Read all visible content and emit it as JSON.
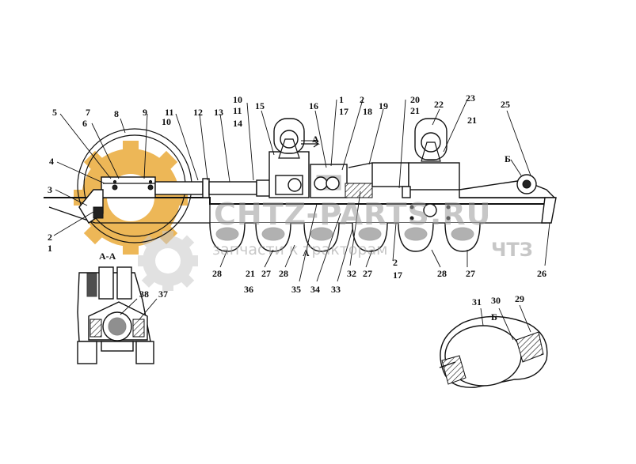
{
  "section_labels": {
    "aa": "А-А",
    "a_marker": "А",
    "a_marker_lower": "А",
    "b_marker": "Б",
    "b_detail": "Б"
  },
  "watermark": {
    "main": "CHTZ-PARTS.RU",
    "sub": "запчасти к тракторам",
    "sub_brand": "ЧТЗ",
    "gear_color": "#e8a020"
  },
  "callouts": {
    "c1_left": "1",
    "c2_left": "2",
    "c3": "3",
    "c4": "4",
    "c5": "5",
    "c6": "6",
    "c7": "7",
    "c8": "8",
    "c9": "9",
    "c10a": "10",
    "c11a": "11",
    "c12": "12",
    "c13": "13",
    "c10b": "10",
    "c11b": "11",
    "c14": "14",
    "c15": "15",
    "c16": "16",
    "c1_top": "1",
    "c17_top": "17",
    "c2_top": "2",
    "c18": "18",
    "c19": "19",
    "c20": "20",
    "c21_top": "21",
    "c22": "22",
    "c23": "23",
    "c21_right": "21",
    "c25": "25",
    "c26": "26",
    "c28_a": "28",
    "c21_mid": "21",
    "c27_a": "27",
    "c28_b": "28",
    "c32": "32",
    "c27_b": "27",
    "c2_bottom": "2",
    "c17_bottom": "17",
    "c28_c": "28",
    "c27_c": "27",
    "c36": "36",
    "c35": "35",
    "c34": "34",
    "c33": "33",
    "c38": "38",
    "c37": "37",
    "c31": "31",
    "c30": "30",
    "c29": "29"
  }
}
